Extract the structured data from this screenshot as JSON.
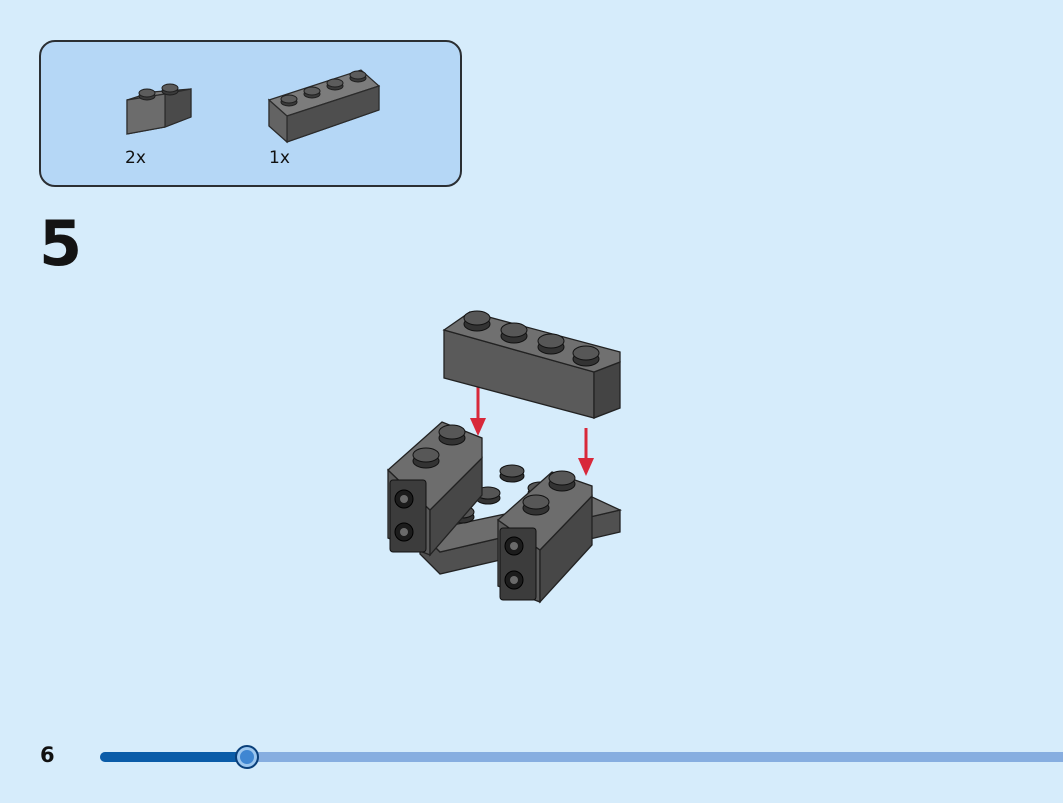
{
  "parts_list": {
    "items": [
      {
        "qty_label": "2x",
        "part": "brick-1x2",
        "color": "#6e6e6e"
      },
      {
        "qty_label": "1x",
        "part": "brick-1x4",
        "color": "#6e6e6e"
      }
    ]
  },
  "step": {
    "number": "5"
  },
  "page": {
    "number": "6",
    "progress": 0.153
  },
  "colors": {
    "background": "#d6ecfb",
    "parts_box": "#b5d7f6",
    "brick": "#6e6e6e",
    "arrow": "#d8283a",
    "progress_fill": "#0b5ca8",
    "progress_track": "#87aee0"
  }
}
